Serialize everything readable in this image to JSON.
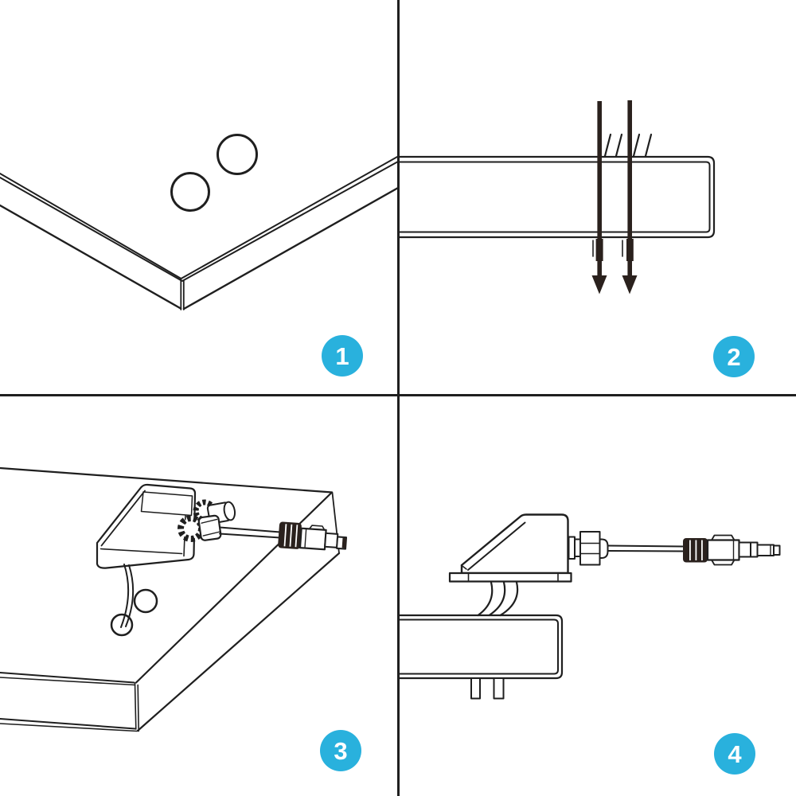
{
  "document": {
    "title": "installation-steps-diagram",
    "layout": "2x2-grid",
    "background": "#ffffff"
  },
  "colors": {
    "line_art": "#1f1f1f",
    "arrow": "#2a211d",
    "divider": "#1f1f1f",
    "badge_fill": "#29b1dd",
    "badge_text": "#ffffff"
  },
  "steps": [
    {
      "number": "1",
      "illustration": "panel-corner-with-two-drilled-holes-icon"
    },
    {
      "number": "2",
      "illustration": "two-cables-inserted-down-through-panel-arrows-icon"
    },
    {
      "number": "3",
      "illustration": "cable-entry-gland-on-panel-with-mc4-connector-icon"
    },
    {
      "number": "4",
      "illustration": "cable-entry-gland-side-view-wires-into-panel-icon"
    }
  ]
}
